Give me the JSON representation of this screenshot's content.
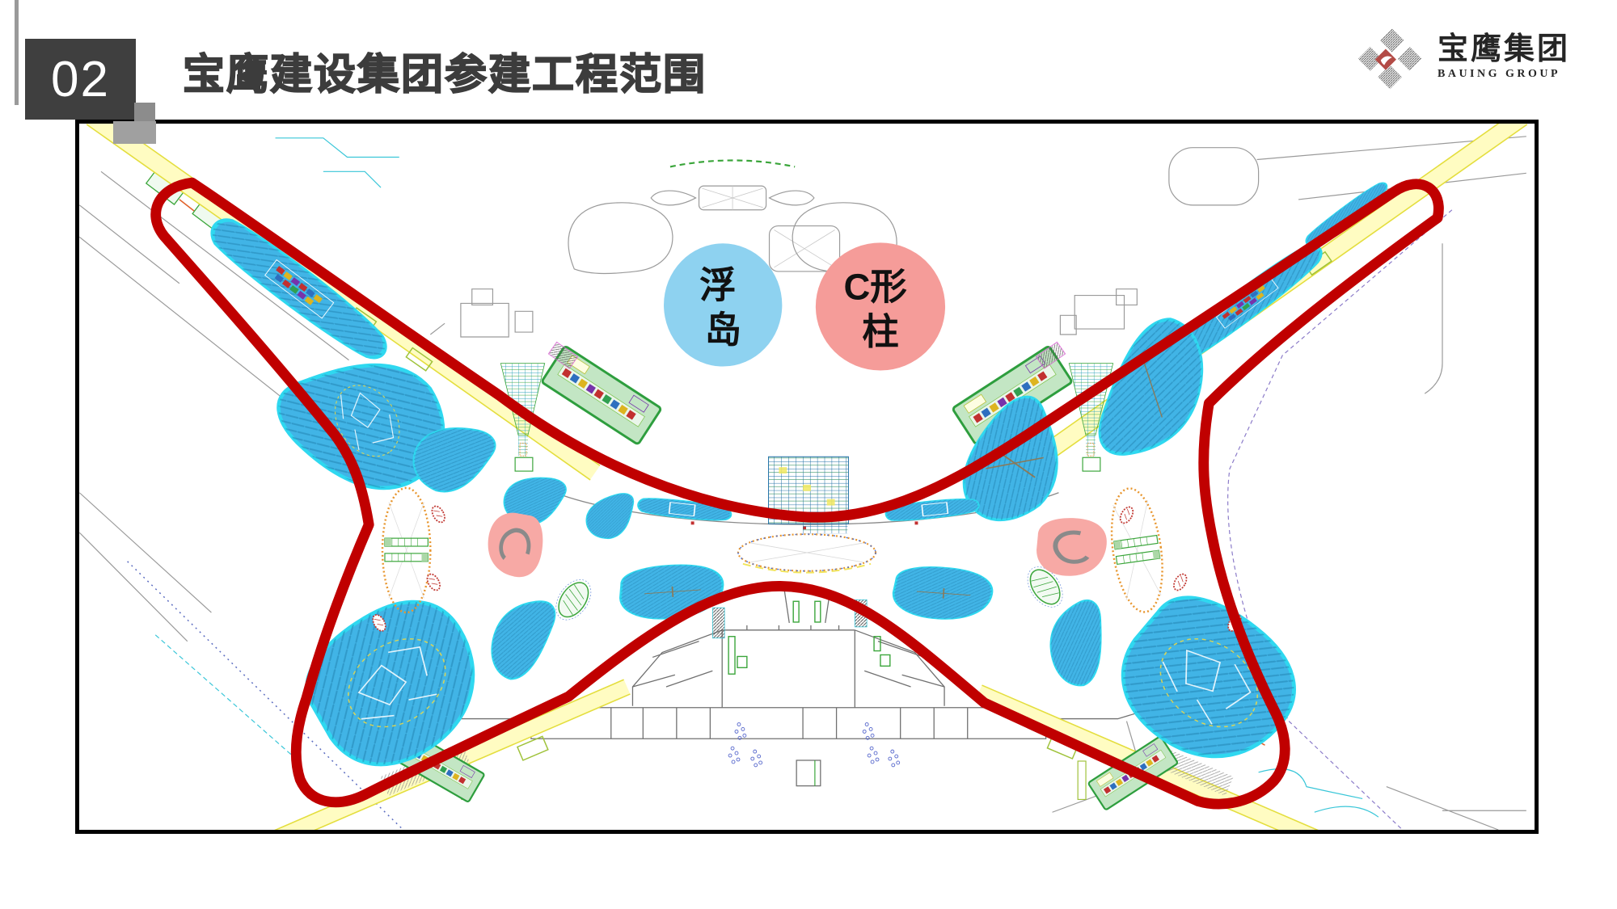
{
  "header": {
    "page_number": "02",
    "title": "宝鹰建设集团参建工程范围"
  },
  "logo": {
    "company_zh": "宝鹰集团",
    "company_en": "BAUING GROUP",
    "mark": "diamond-cluster-icon"
  },
  "plan": {
    "labels": {
      "floating_island": {
        "line1": "浮",
        "line2": "岛"
      },
      "c_column": {
        "line1": "C形",
        "line2": "柱"
      }
    },
    "colors": {
      "scope_outline_red": "#C00000",
      "island_blue": "#41B4E6",
      "island_label_blue": "#8ED2F0",
      "c_column_pink": "#F7A9A5",
      "c_column_label_pink": "#F59C99",
      "strip_yellow": "#FFFCC2",
      "block_green": "#C3E6C4"
    }
  }
}
